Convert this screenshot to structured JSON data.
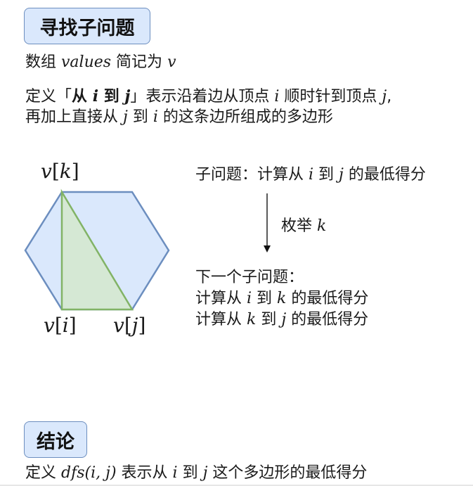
{
  "section1": {
    "tag": "寻找子问题",
    "line1": {
      "pre": "数组 ",
      "var": "values",
      "mid": " 简记为 ",
      "var2": "v"
    },
    "line2": {
      "a": "定义「",
      "b1": "从 ",
      "i": "i",
      "b2": " 到 ",
      "j": "j",
      "c": "」表示沿着边从顶点 ",
      "i2": "i",
      "d": " 顺时针到顶点 ",
      "j2": "j",
      "e": ","
    },
    "line3": {
      "a": "再加上直接从 ",
      "j": "j",
      "b": " 到 ",
      "i": "i",
      "c": " 的这条边所组成的多边形"
    }
  },
  "diagram": {
    "label_top": {
      "v": "v",
      "open": "[",
      "idx": "k",
      "close": "]"
    },
    "label_bl": {
      "v": "v",
      "open": "[",
      "idx": "i",
      "close": "]"
    },
    "label_br": {
      "v": "v",
      "open": "[",
      "idx": "j",
      "close": "]"
    },
    "colors": {
      "hex_fill": "#dae8fc",
      "hex_stroke": "#6c8ebf",
      "tri_fill": "#d5e8d4",
      "tri_stroke": "#82b366"
    },
    "subproblem": {
      "a": "子问题：计算从 ",
      "i": "i",
      "b": " 到 ",
      "j": "j",
      "c": " 的最低得分"
    },
    "enumerate": {
      "a": "枚举 ",
      "k": "k"
    },
    "next_title": "下一个子问题：",
    "next1": {
      "a": "计算从 ",
      "i": "i",
      "b": " 到 ",
      "k": "k",
      "c": " 的最低得分"
    },
    "next2": {
      "a": "计算从 ",
      "k": "k",
      "b": " 到 ",
      "j": "j",
      "c": " 的最低得分"
    }
  },
  "section2": {
    "tag": "结论",
    "line": {
      "a": "定义 ",
      "fn": "dfs",
      "args": "(i, j)",
      "b": " 表示从 ",
      "i": "i",
      "c": " 到 ",
      "j": "j",
      "d": " 这个多边形的最低得分"
    }
  }
}
